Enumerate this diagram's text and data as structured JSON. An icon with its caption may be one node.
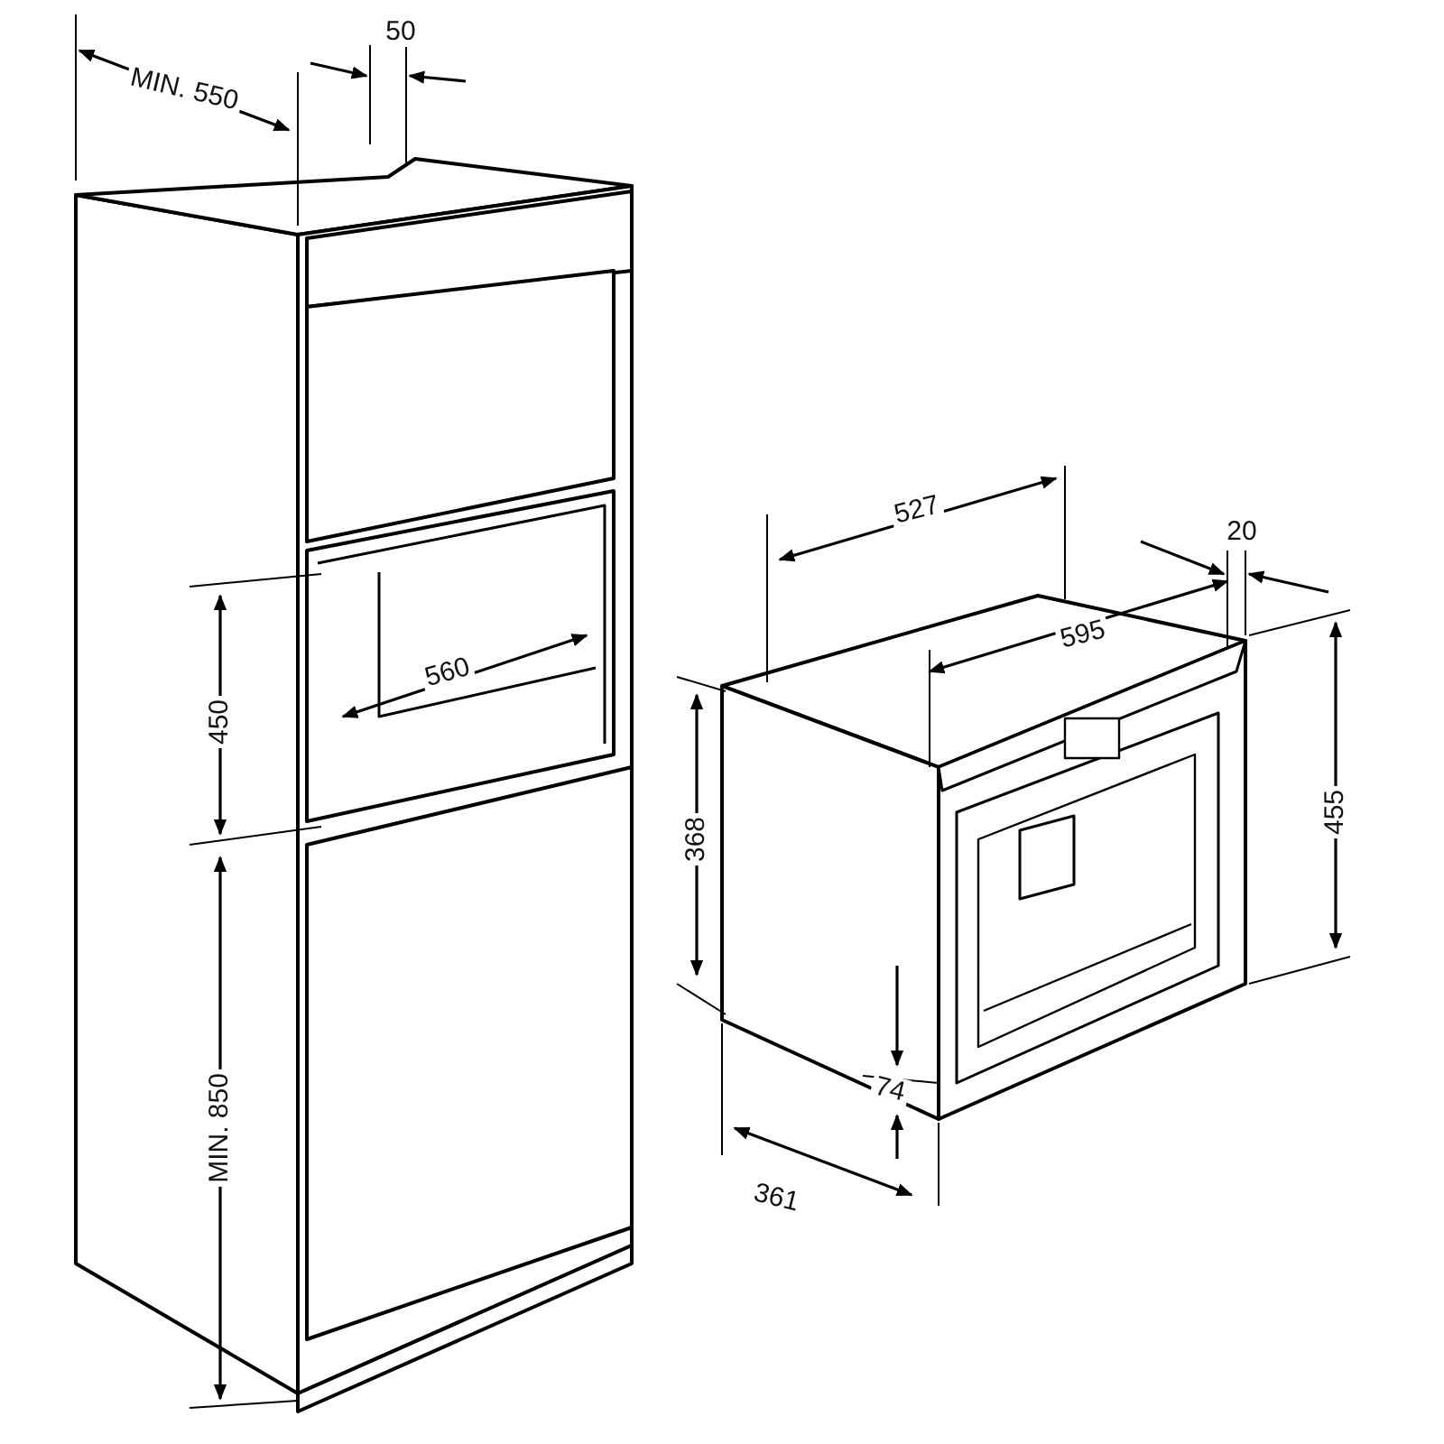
{
  "diagram": {
    "labels": [
      "MIN. 550",
      "50",
      "527",
      "20",
      "595",
      "450",
      "560",
      "368",
      "455",
      "74",
      "MIN. 850",
      "361"
    ]
  }
}
